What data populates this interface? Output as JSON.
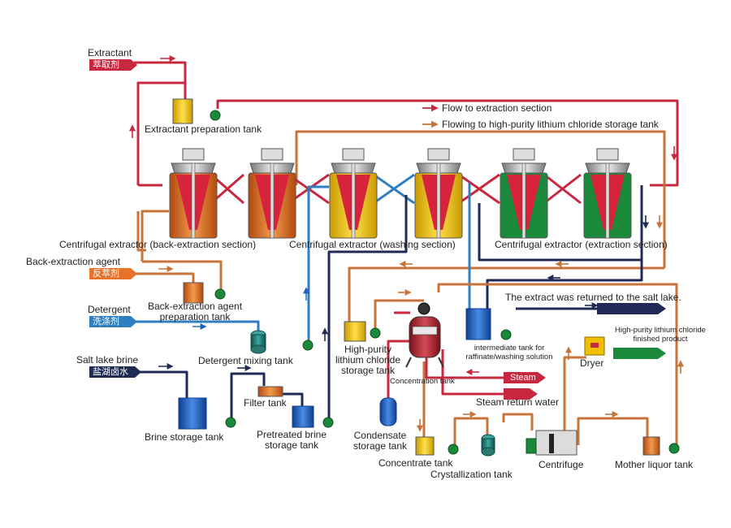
{
  "feeds": {
    "extractant_en": "Extractant",
    "extractant_cn": "萃取剂",
    "back_extraction_en": "Back-extraction agent",
    "back_extraction_cn": "反萃剂",
    "detergent_en": "Detergent",
    "detergent_cn": "洗涤剂",
    "brine_en": "Salt lake brine",
    "brine_cn": "盐湖卤水"
  },
  "legend": {
    "flow_extraction": "Flow to extraction section",
    "flow_licl": "Flowing to high-purity lithium chloride storage tank"
  },
  "sections": {
    "back": "Centrifugal extractor (back-extraction section)",
    "washing": "Centrifugal extractor (washing section)",
    "extraction": "Centrifugal extractor (extraction section)"
  },
  "equipment": {
    "extractant_tank": "Extractant preparation tank",
    "back_tank": "Back-extraction agent preparation tank",
    "detergent_tank": "Detergent mixing tank",
    "brine_tank": "Brine storage tank",
    "filter_tank": "Filter tank",
    "pretreated_tank": "Pretreated brine storage tank",
    "licl_tank": "High-purity lithium chloride storage tank",
    "concentration_tank": "Concentration tank",
    "condensate_tank": "Condensate storage tank",
    "concentrate_tank": "Concentrate tank",
    "crystallization_tank": "Crystallization tank",
    "centrifuge": "Centrifuge",
    "mother_liquor_tank": "Mother liquor tank",
    "intermediate_tank": "intermediate tank for raffinate/washing solution",
    "dryer": "Dryer"
  },
  "outputs": {
    "returned": "The extract was returned to the salt lake.",
    "finished": "High-purity lithium chloride finished product",
    "steam": "Steam",
    "steam_return": "Steam return water"
  },
  "colors": {
    "extractant": "#c8283f",
    "licl_flow": "#c8733a",
    "detergent": "#2f7fc0",
    "brine": "#1f2a55",
    "rotor_red": "#d8233c",
    "yellow": "#f0c000",
    "green": "#1a8a3a",
    "orange": "#e7722a",
    "blue_tank": "#1f5fbf"
  }
}
